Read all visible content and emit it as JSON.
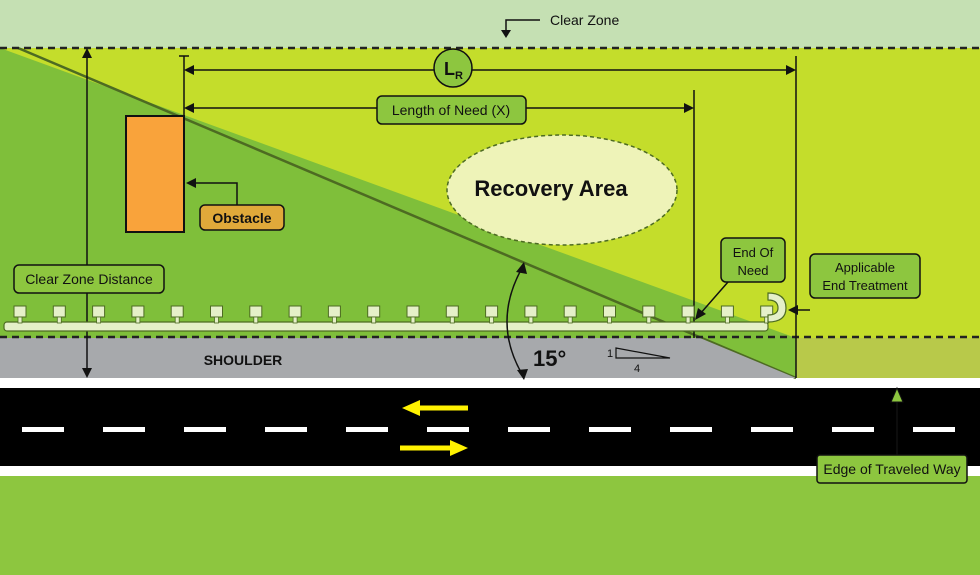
{
  "labels": {
    "clear_zone": "Clear Zone",
    "lr_main": "L",
    "lr_sub": "R",
    "length_of_need": "Length of Need (X)",
    "recovery_area": "Recovery Area",
    "obstacle": "Obstacle",
    "clear_zone_distance": "Clear Zone Distance",
    "end_of_need_line1": "End Of",
    "end_of_need_line2": "Need",
    "applicable_line1": "Applicable",
    "applicable_line2": "End Treatment",
    "shoulder": "SHOULDER",
    "angle": "15°",
    "slope_rise": "1",
    "slope_run": "4",
    "edge_of_traveled_way": "Edge of Traveled Way"
  },
  "colors": {
    "clear_zone_band": "#c5e0b3",
    "roadside_green": "#8dc63f",
    "recovery_lime": "#c4dd2b",
    "triangle_green": "#7fbf3a",
    "shoulder_grey": "#a7a9ac",
    "road_black": "#000000",
    "lane_yellow": "#fff200",
    "obstacle_orange": "#f9a33b",
    "obstacle_label": "#e0a93a",
    "label_box_green": "#8dc63f",
    "recovery_ellipse": "#eef3b8",
    "post_fill": "#e5f0c8"
  },
  "guardrail": {
    "post_count": 20
  }
}
